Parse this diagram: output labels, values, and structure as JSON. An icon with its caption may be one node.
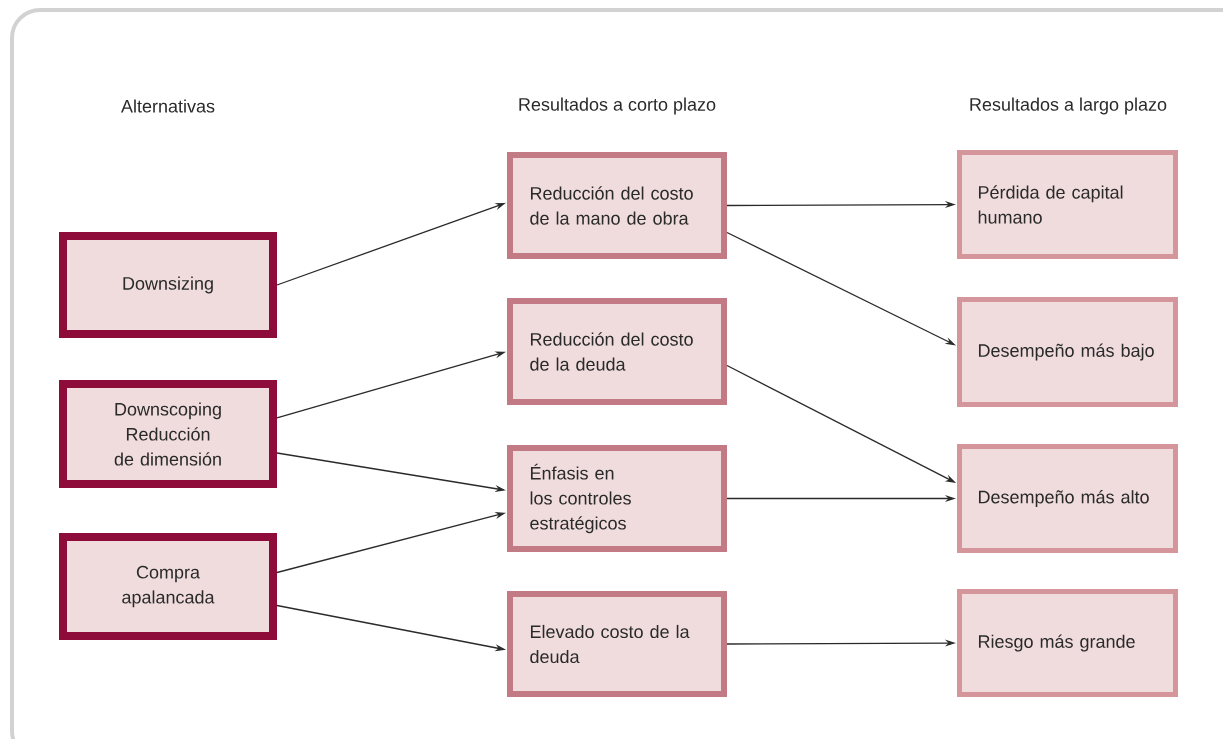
{
  "diagram": {
    "nodes": [
      {
        "text": [
          "Downsizing"
        ]
      },
      {
        "text": [
          "Downscoping Reducción de dimensión"
        ]
      },
      {
        "text": [
          "Compra apalancada"
        ]
      },
      {
        "text": [
          "Reducción del costo de la mano de obra"
        ]
      },
      {
        "text": [
          "Reducción del costo de la deuda"
        ]
      },
      {
        "text": [
          "Énfasis en los controles estratégicos"
        ]
      },
      {
        "text": [
          "Elevado costo de la deuda"
        ]
      },
      {
        "text": [
          "Pérdida de capital humano"
        ]
      },
      {
        "text": [
          "Desempeño más bajo"
        ]
      },
      {
        "text": [
          "Desempeño más alto"
        ]
      },
      {
        "text": [
          "Riesgo más grande"
        ]
      }
    ],
    "edges": [
      {
        "from": 0,
        "to": 3,
        "arrow": "to"
      },
      {
        "from": 1,
        "to": 4,
        "arrow": "to"
      },
      {
        "from": 1,
        "to": 5,
        "arrow": "to"
      },
      {
        "from": 2,
        "to": 5,
        "arrow": "to"
      },
      {
        "from": 2,
        "to": 6,
        "arrow": "to"
      },
      {
        "from": 3,
        "to": 7,
        "arrow": "to"
      },
      {
        "from": 3,
        "to": 8,
        "arrow": "to"
      },
      {
        "from": 4,
        "to": 9,
        "arrow": "to"
      },
      {
        "from": 5,
        "to": 9,
        "arrow": "to"
      },
      {
        "from": 6,
        "to": 10,
        "arrow": "to"
      }
    ],
    "labels": [
      "Alternativas",
      "Resultados a corto plazo",
      "Resultados a largo plazo"
    ]
  }
}
